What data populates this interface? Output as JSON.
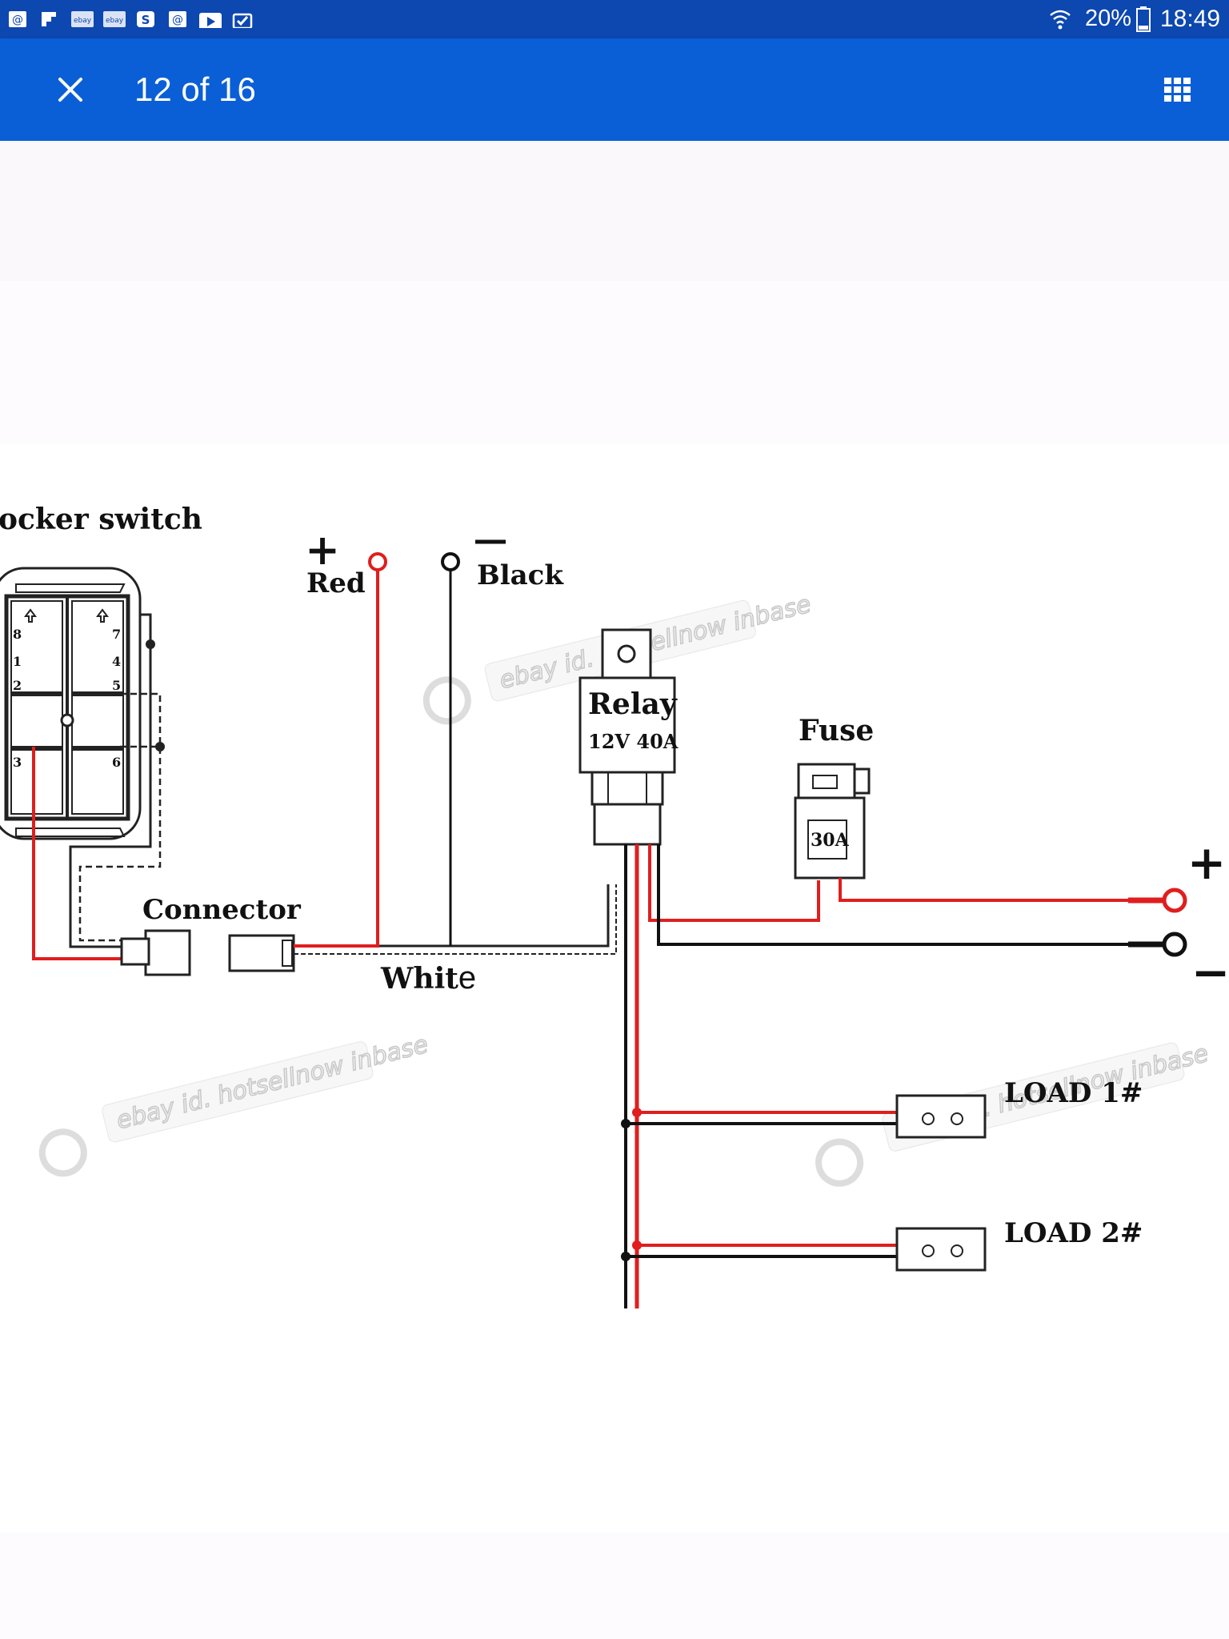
{
  "status_bar": {
    "battery": "20%",
    "time": "18:49",
    "notifications": [
      "email-icon",
      "flipboard-icon",
      "ebay-icon",
      "ebay-icon",
      "skype-icon",
      "email-icon",
      "play-store-icon",
      "task-icon"
    ],
    "notification_text": "ebay"
  },
  "app_bar": {
    "counter": "12 of 16",
    "close_icon": "close-icon",
    "grid_icon": "grid-icon"
  },
  "diagram": {
    "title": "ocker switch",
    "labels": {
      "red": "Red",
      "black": "Black",
      "relay_name": "Relay",
      "relay_spec": "12V 40A",
      "fuse": "Fuse",
      "fuse_rating": "30A",
      "connector": "Connector",
      "white": "Whit",
      "white_end": "e",
      "load1": "LOAD 1#",
      "load2": "LOAD 2#",
      "plus": "+",
      "minus": "−"
    },
    "pin_numbers": [
      "8",
      "7",
      "1",
      "4",
      "2",
      "5",
      "3",
      "6"
    ],
    "watermark": "ebay id. hotsellnow inbase"
  },
  "colors": {
    "status_bar": "#0d47b0",
    "app_bar": "#0b5fd6",
    "wire_red": "#e01e1e",
    "wire_black": "#111111"
  }
}
